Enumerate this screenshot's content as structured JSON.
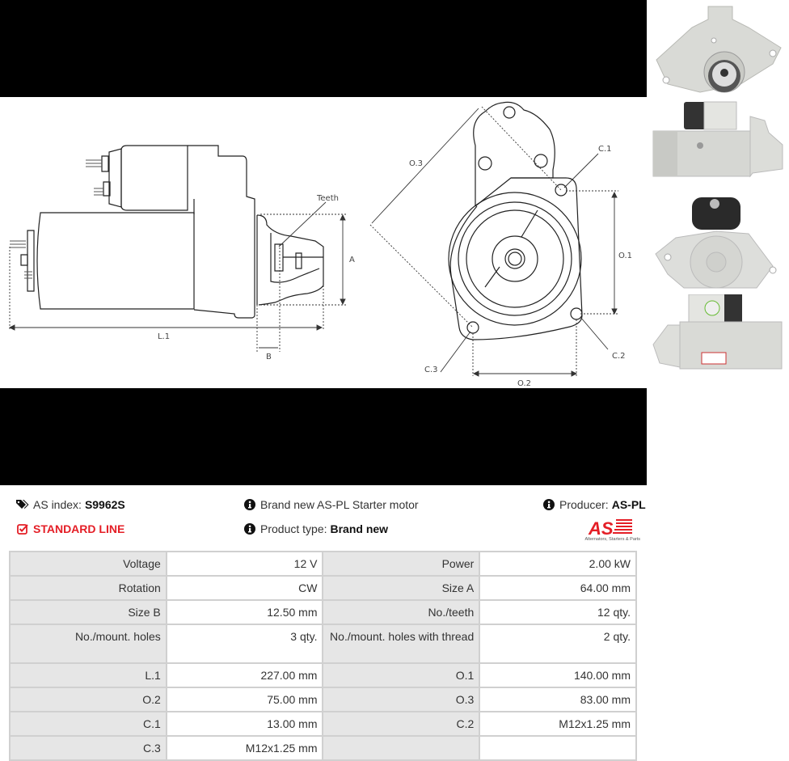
{
  "drawing": {
    "side_view_labels": {
      "teeth": "Teeth",
      "a": "A",
      "l1": "L.1",
      "b": "B"
    },
    "front_view_labels": {
      "o3": "O.3",
      "c1": "C.1",
      "o1": "O.1",
      "c2": "C.2",
      "c3": "C.3",
      "o2": "O.2"
    }
  },
  "thumbnails": [
    {
      "name": "front-flange-view"
    },
    {
      "name": "side-view-solenoid"
    },
    {
      "name": "rear-view"
    },
    {
      "name": "side-view-label"
    }
  ],
  "info": {
    "as_index_label": "AS index:",
    "as_index_value": "S9962S",
    "line_label": "STANDARD LINE",
    "description": "Brand new AS-PL Starter motor",
    "product_type_label": "Product type:",
    "product_type_value": "Brand new",
    "producer_label": "Producer:",
    "producer_value": "AS-PL",
    "logo_text": "AS",
    "logo_tagline": "Alternators, Starters & Parts",
    "accent_color": "#e41e26"
  },
  "specs": [
    {
      "k1": "Voltage",
      "v1": "12 V",
      "k2": "Power",
      "v2": "2.00 kW"
    },
    {
      "k1": "Rotation",
      "v1": "CW",
      "k2": "Size A",
      "v2": "64.00 mm"
    },
    {
      "k1": "Size B",
      "v1": "12.50 mm",
      "k2": "No./teeth",
      "v2": "12 qty."
    },
    {
      "k1": "No./mount. holes",
      "v1": "3 qty.",
      "k2": "No./mount. holes with thread",
      "v2": "2 qty."
    },
    {
      "k1": "L.1",
      "v1": "227.00 mm",
      "k2": "O.1",
      "v2": "140.00 mm"
    },
    {
      "k1": "O.2",
      "v1": "75.00 mm",
      "k2": "O.3",
      "v2": "83.00 mm"
    },
    {
      "k1": "C.1",
      "v1": "13.00 mm",
      "k2": "C.2",
      "v2": "M12x1.25 mm"
    },
    {
      "k1": "C.3",
      "v1": "M12x1.25 mm",
      "k2": "",
      "v2": ""
    }
  ]
}
